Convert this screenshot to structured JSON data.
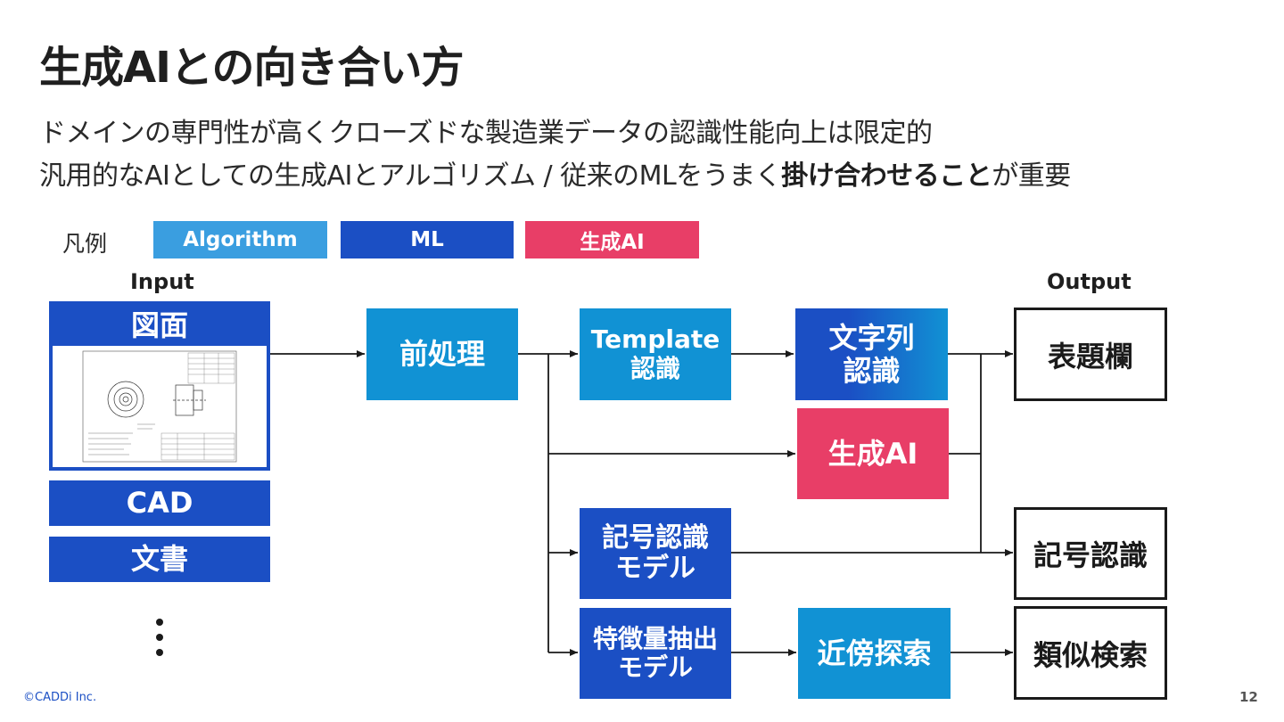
{
  "title": "生成AIとの向き合い方",
  "subtitle": {
    "line1": "ドメインの専門性が高くクローズドな製造業データの認識性能向上は限定的",
    "line2_pre": "汎用的なAIとしての生成AIとアルゴリズム / 従来のMLをうまく",
    "line2_bold": "掛け合わせること",
    "line2_post": "が重要"
  },
  "legend": {
    "label": "凡例",
    "algorithm": "Algorithm",
    "ml": "ML",
    "genai": "生成AI"
  },
  "labels": {
    "input": "Input",
    "output": "Output"
  },
  "inputs": {
    "drawing": "図面",
    "cad": "CAD",
    "document": "文書"
  },
  "nodes": {
    "preprocess": "前処理",
    "template_1": "Template",
    "template_2": "認識",
    "string_1": "文字列",
    "string_2": "認識",
    "genai": "生成AI",
    "symbol_model_1": "記号認識",
    "symbol_model_2": "モデル",
    "feature_model_1": "特徴量抽出",
    "feature_model_2": "モデル",
    "nn_search": "近傍探索"
  },
  "outputs": {
    "title_block": "表題欄",
    "symbol": "記号認識",
    "similar": "類似検索"
  },
  "colors": {
    "algorithm": "#1192d4",
    "ml": "#1b4fc4",
    "genai": "#e83e67",
    "legend_algorithm": "#3a9ee0"
  },
  "footer": {
    "copyright": "©CADDi Inc.",
    "page": "12"
  }
}
